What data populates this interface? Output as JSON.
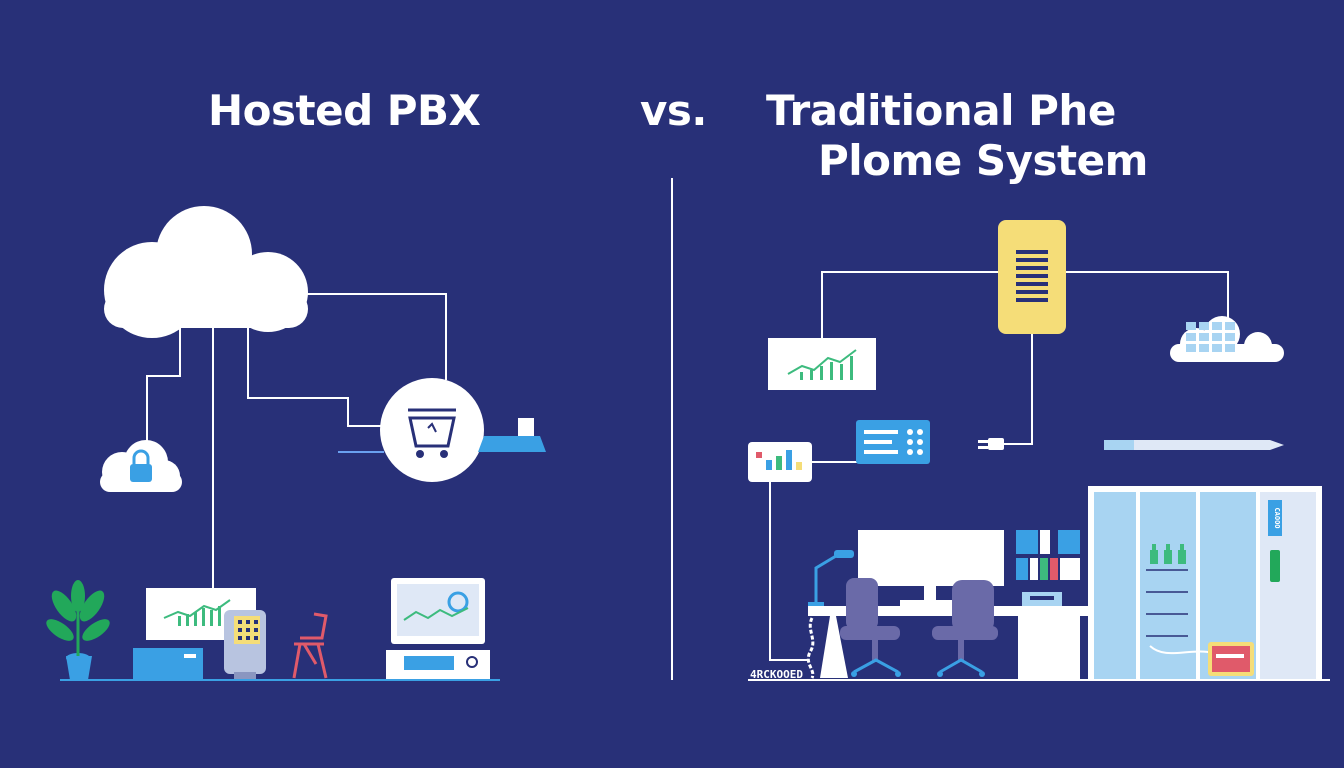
{
  "colors": {
    "background": "#283078",
    "line": "#ffffff",
    "accent_blue": "#3aa0e4",
    "accent_yellow": "#f5dd78",
    "chart_green": "#3dbb7e",
    "plant_green": "#22a85a",
    "chair_red": "#e05a6a",
    "chair_purple": "#6a6aa8",
    "cabinet_blue": "#a8d4f2"
  },
  "titles": {
    "left": "Hosted PBX",
    "vs": "vs.",
    "right_line1": "Traditional Phe",
    "right_line2": "Plome System"
  },
  "labels": {
    "floor_text": "4RCKOOED",
    "cabinet_tag": "CAOOO"
  },
  "icons": {
    "cloud": "cloud-icon",
    "lock_cloud": "lock-cloud-icon",
    "cart": "cart-icon",
    "plant": "plant-icon",
    "monitor": "monitor-icon",
    "chair": "chair-icon",
    "server": "server-icon",
    "plug": "plug-icon",
    "pen": "pen-icon",
    "cabinet": "cabinet-icon"
  }
}
